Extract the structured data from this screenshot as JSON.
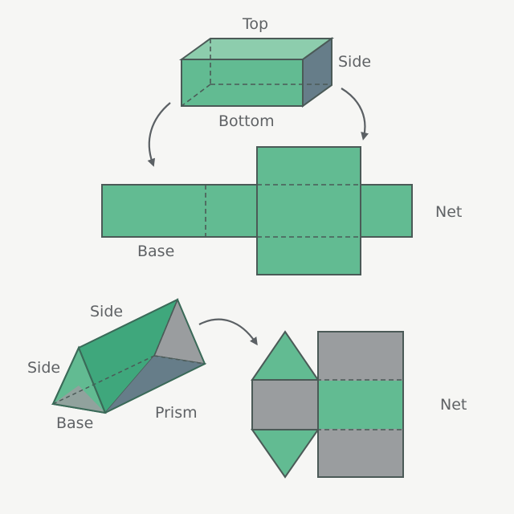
{
  "colors": {
    "background": "#f6f6f4",
    "green": "#62bb92",
    "green_light": "#8dcdad",
    "green_dark": "#3fa77c",
    "slate": "#667d89",
    "gray": "#9a9d9f",
    "gray_dark": "#6f7b84",
    "stroke": "#4b5a57",
    "text": "#5f6265"
  },
  "box_diagram": {
    "labels": {
      "top": "Top",
      "side": "Side",
      "bottom": "Bottom"
    },
    "net": {
      "label": "Net",
      "base_label": "Base"
    }
  },
  "prism_diagram": {
    "labels": {
      "side_top": "Side",
      "side_left": "Side",
      "base": "Base",
      "prism": "Prism"
    },
    "net": {
      "label": "Net"
    }
  }
}
